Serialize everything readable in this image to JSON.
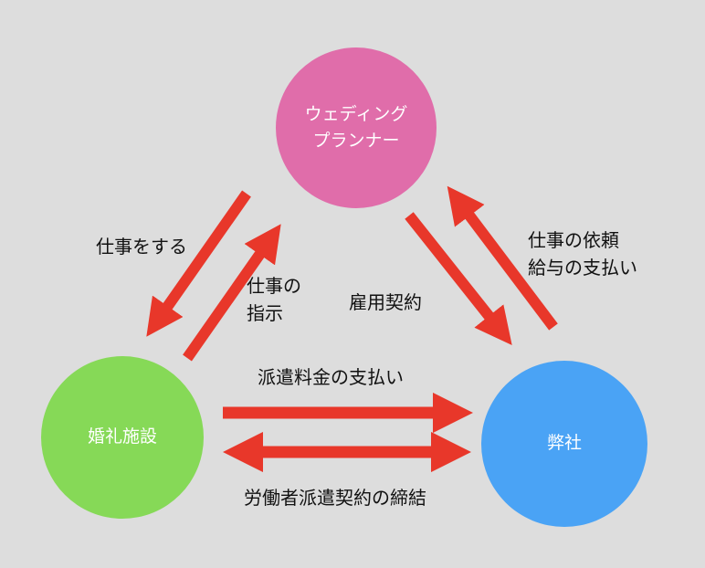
{
  "nodes": {
    "planner": {
      "line1": "ウェディング",
      "line2": "プランナー",
      "color": "#e06daa"
    },
    "venue": {
      "label": "婚礼施設",
      "color": "#86d957"
    },
    "company": {
      "label": "弊社",
      "color": "#4aa3f5"
    }
  },
  "labels": {
    "do_work": "仕事をする",
    "instruct_line1": "仕事の",
    "instruct_line2": "指示",
    "employment": "雇用契約",
    "request_line1": "仕事の依頼",
    "request_line2": "給与の支払い",
    "fee_payment": "派遣料金の支払い",
    "dispatch_contract": "労働者派遣契約の締結"
  },
  "arrow_color": "#e8372a"
}
